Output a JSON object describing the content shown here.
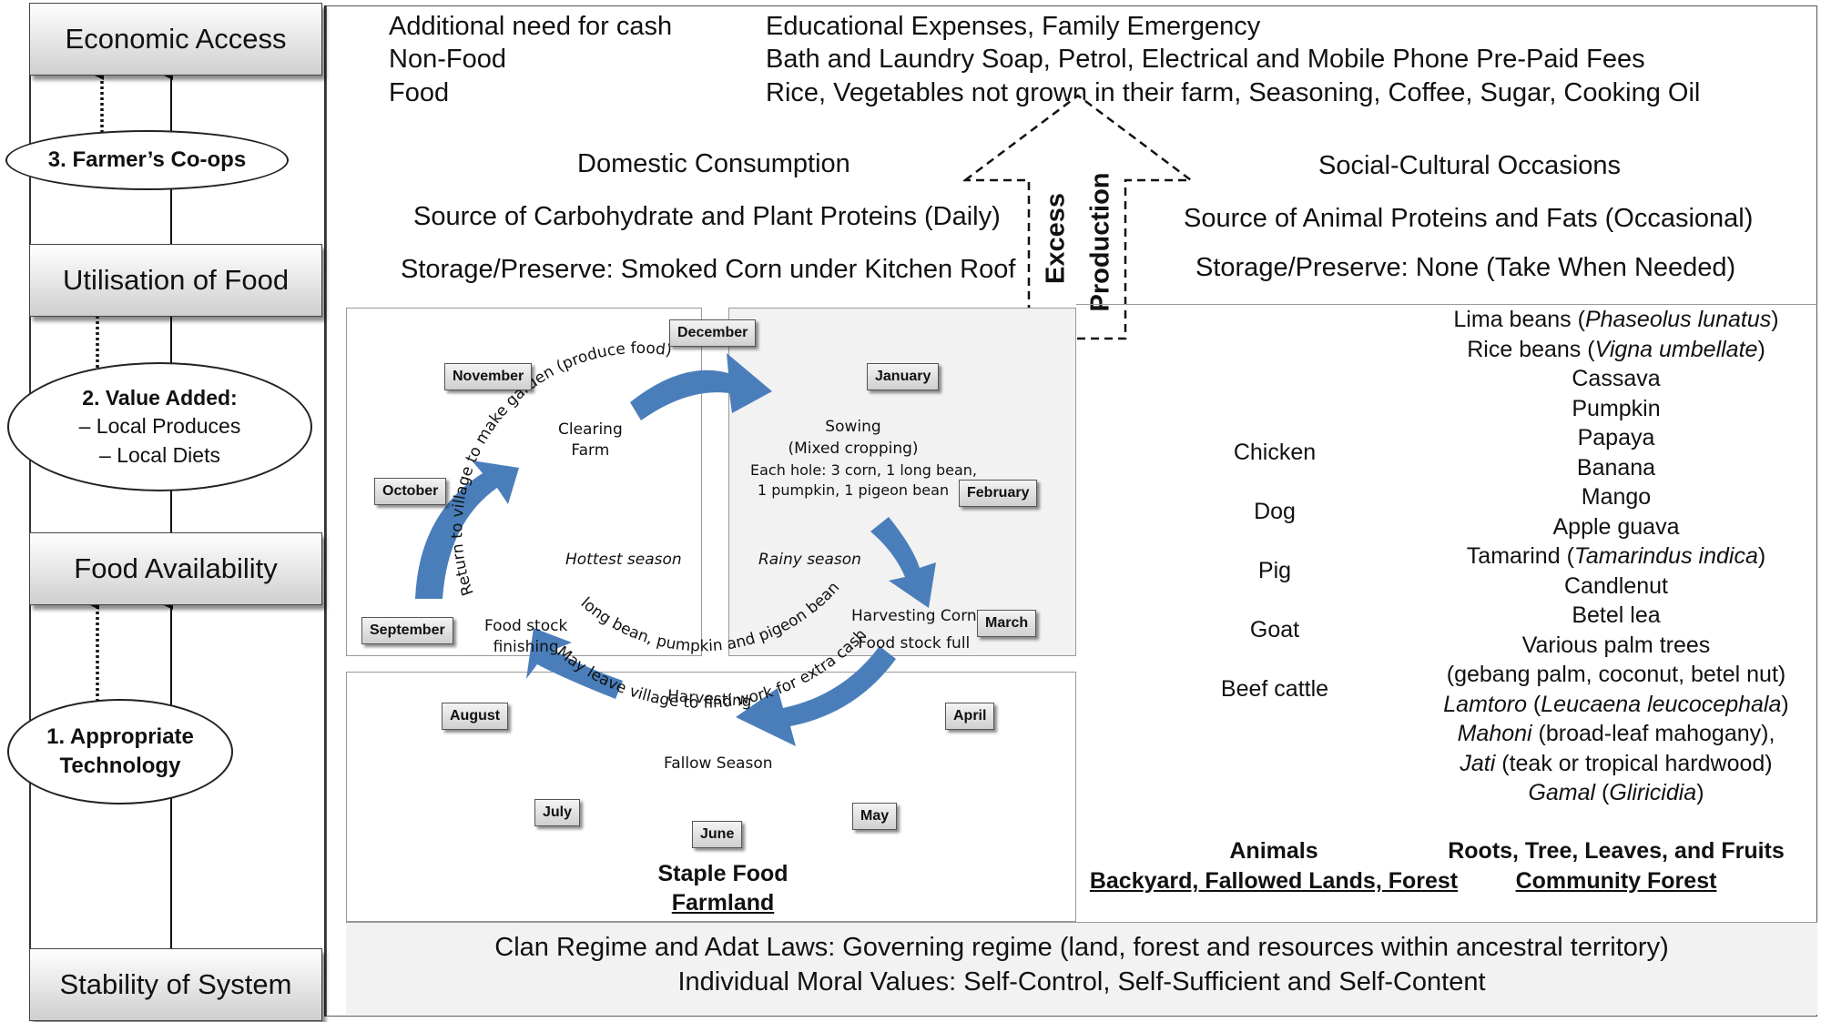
{
  "levels": {
    "economic_access": "Economic Access",
    "utilisation_of_food": "Utilisation of Food",
    "food_availability": "Food Availability",
    "stability_of_system": "Stability of System"
  },
  "enablers": {
    "coops": "3. Farmer’s Co-ops",
    "value_added_title": "2. Value Added:",
    "value_added_item1": "– Local Produces",
    "value_added_item2": "– Local Diets",
    "technology_line1": "1. Appropriate",
    "technology_line2": "Technology"
  },
  "economic": {
    "rows": [
      {
        "label": "Additional need for cash",
        "value": "Educational Expenses, Family Emergency"
      },
      {
        "label": "Non-Food",
        "value": "Bath and Laundry Soap, Petrol, Electrical and Mobile Phone Pre-Paid Fees"
      },
      {
        "label": "Food",
        "value": "Rice, Vegetables not grown in their farm, Seasoning, Coffee, Sugar, Cooking Oil"
      }
    ]
  },
  "domestic": {
    "title": "Domestic Consumption",
    "source": "Source of Carbohydrate and Plant Proteins (Daily)",
    "storage": "Storage/Preserve: Smoked Corn under Kitchen Roof"
  },
  "arrow": {
    "line1": "Excess",
    "line2": "Production"
  },
  "social": {
    "title": "Social-Cultural Occasions",
    "source": "Source of Animal Proteins and Fats (Occasional)",
    "storage": "Storage/Preserve: None (Take When Needed)"
  },
  "months": {
    "december": "December",
    "january": "January",
    "november": "November",
    "october": "October",
    "february": "February",
    "september": "September",
    "march": "March",
    "august": "August",
    "april": "April",
    "july": "July",
    "may": "May",
    "june": "June"
  },
  "cycle": {
    "clearing_1": "Clearing",
    "clearing_2": "Farm",
    "return_arc": "Return to village to make garden (produce food)",
    "sowing_1": "Sowing",
    "sowing_2": "(Mixed cropping)",
    "sowing_3": "Each hole: 3 corn, 1 long bean,",
    "sowing_4": "1 pumpkin, 1 pigeon bean",
    "hottest": "Hottest season",
    "rainy": "Rainy season",
    "stock_finishing_1": "Food stock",
    "stock_finishing_2": "finishing",
    "harvest_corn": "Harvesting Corn",
    "stock_full": "Food stock full",
    "harvesting_arc": "Harvesting",
    "beans_arc": "long bean, pumpkin and pigeon bean",
    "fallow": "Fallow Season",
    "leave_arc": "May leave village to find work for extra cash",
    "staple_title": "Staple Food",
    "staple_sub": "Farmland"
  },
  "animals": {
    "items": [
      "Chicken",
      "Dog",
      "Pig",
      "Goat",
      "Beef cattle"
    ],
    "title": "Animals",
    "sub": "Backyard, Fallowed Lands, Forest"
  },
  "plants": {
    "l1a": "Lima beans (",
    "l1b": "Phaseolus lunatus",
    "l1c": ")",
    "l2a": "Rice beans (",
    "l2b": "Vigna umbellate",
    "l2c": ")",
    "l3": "Cassava",
    "l4": "Pumpkin",
    "l5": "Papaya",
    "l6": "Banana",
    "l7": "Mango",
    "l8": "Apple guava",
    "l9a": "Tamarind (",
    "l9b": "Tamarindus indica",
    "l9c": ")",
    "l10": "Candlenut",
    "l11": "Betel lea",
    "l12": "Various palm trees",
    "l13": "(gebang palm, coconut, betel nut)",
    "l14a": "Lamtoro",
    "l14b": " (",
    "l14c": "Leucaena leucocephala",
    "l14d": ")",
    "l15a": "Mahoni",
    "l15b": " (broad-leaf mahogany),",
    "l16a": "Jati",
    "l16b": " (teak or tropical hardwood)",
    "l17a": "Gamal",
    "l17b": " (",
    "l17c": "Gliricidia",
    "l17d": ")",
    "title": "Roots, Tree, Leaves, and Fruits",
    "sub": "Community Forest"
  },
  "governance": {
    "line1": "Clan Regime and Adat Laws: Governing regime (land, forest and resources within ancestral territory)",
    "line2": "Individual Moral Values: Self-Control, Self-Sufficient and Self-Content"
  },
  "colors": {
    "cycle_arrow": "#4a7ebb",
    "panel_gray": "#f2f2f2",
    "box_shadow": "#777777"
  }
}
